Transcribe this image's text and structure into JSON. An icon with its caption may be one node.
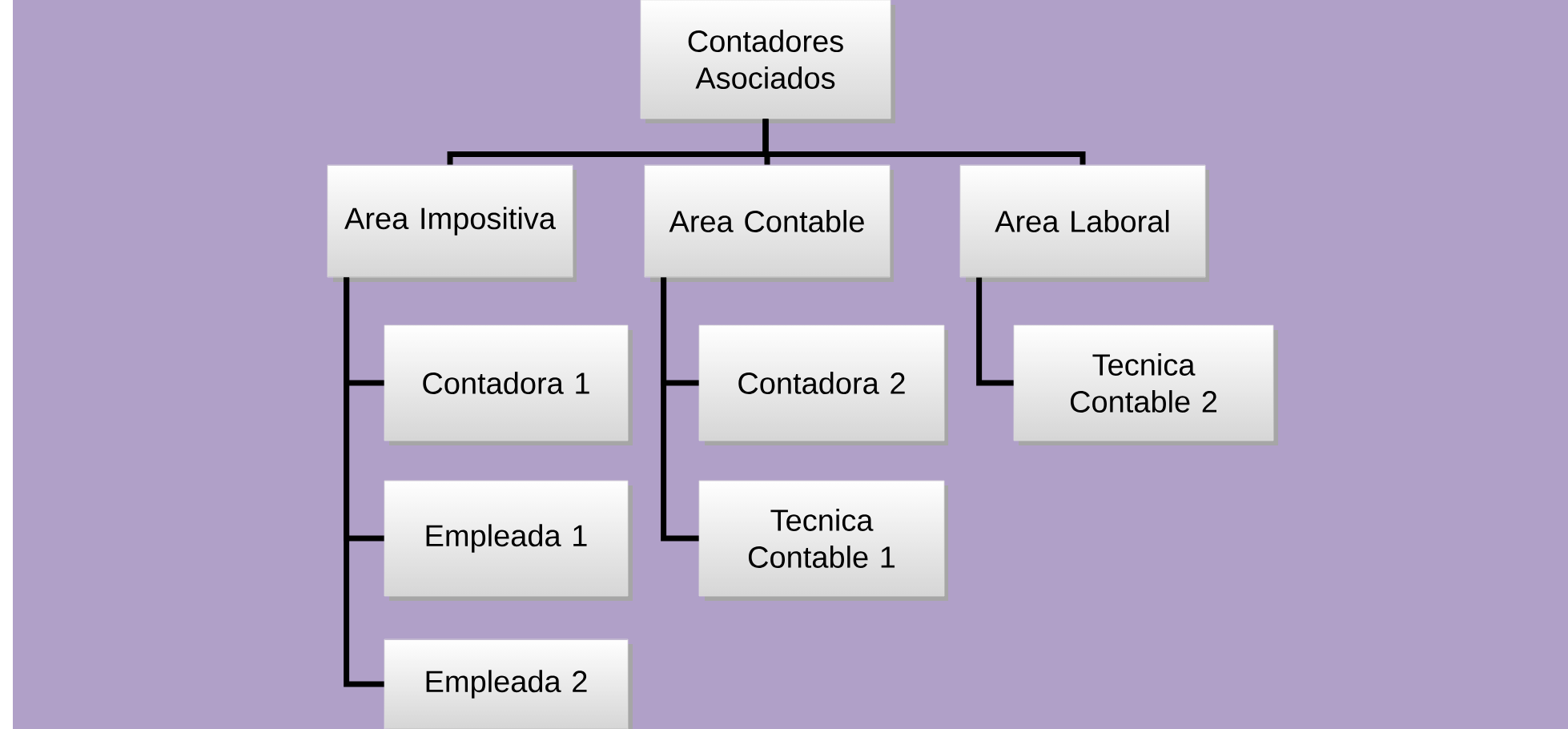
{
  "diagram": {
    "nodes": [
      {
        "text": [
          "Contadores Asociados"
        ]
      },
      {
        "text": [
          "Area Impositiva"
        ]
      },
      {
        "text": [
          "Area Contable"
        ]
      },
      {
        "text": [
          "Area Laboral"
        ]
      },
      {
        "text": [
          "Contadora 1"
        ]
      },
      {
        "text": [
          "Empleada 1"
        ]
      },
      {
        "text": [
          "Empleada 2"
        ]
      },
      {
        "text": [
          "Contadora 2"
        ]
      },
      {
        "text": [
          "Tecnica Contable 1"
        ]
      },
      {
        "text": [
          "Tecnica Contable 2"
        ]
      }
    ],
    "edges": [
      {
        "from": 0,
        "to": 1,
        "arrow": "none"
      },
      {
        "from": 0,
        "to": 2,
        "arrow": "none"
      },
      {
        "from": 0,
        "to": 3,
        "arrow": "none"
      },
      {
        "from": 1,
        "to": 4,
        "arrow": "none"
      },
      {
        "from": 1,
        "to": 5,
        "arrow": "none"
      },
      {
        "from": 1,
        "to": 6,
        "arrow": "none"
      },
      {
        "from": 2,
        "to": 7,
        "arrow": "none"
      },
      {
        "from": 2,
        "to": 8,
        "arrow": "none"
      },
      {
        "from": 3,
        "to": 9,
        "arrow": "none"
      }
    ]
  }
}
